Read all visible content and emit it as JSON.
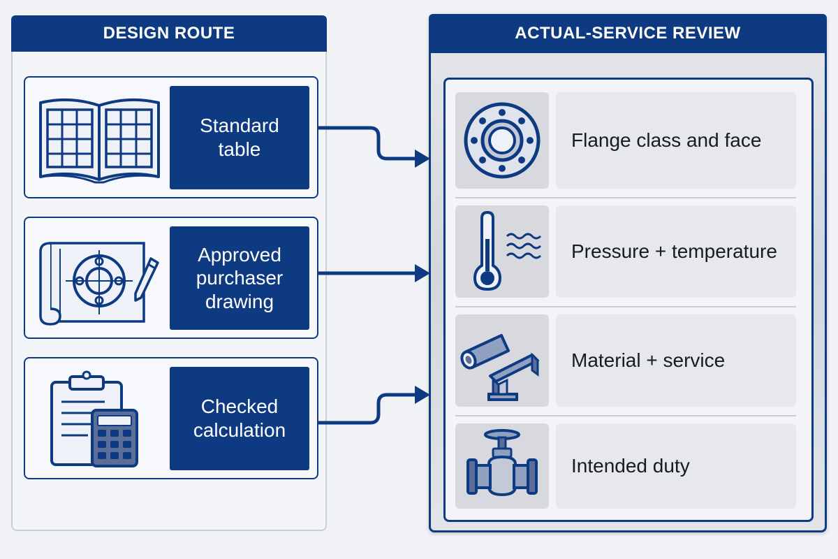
{
  "design_route": {
    "title": "DESIGN ROUTE",
    "items": [
      {
        "label": "Standard table",
        "icon": "open-book-table-icon"
      },
      {
        "label": "Approved purchaser drawing",
        "icon": "blueprint-drawing-icon"
      },
      {
        "label": "Checked calculation",
        "icon": "clipboard-calculator-icon"
      }
    ]
  },
  "actual_service_review": {
    "title": "ACTUAL-SERVICE REVIEW",
    "items": [
      {
        "label": "Flange class and face",
        "icon": "flange-icon"
      },
      {
        "label": "Pressure + temperature",
        "icon": "thermometer-icon"
      },
      {
        "label": "Material + service",
        "icon": "pipe-beam-icon"
      },
      {
        "label": "Intended duty",
        "icon": "valve-icon"
      }
    ]
  },
  "colors": {
    "primary_blue": "#0e3a82",
    "icon_fill": "#5a6e99",
    "page_background": "#f1f2f5"
  }
}
